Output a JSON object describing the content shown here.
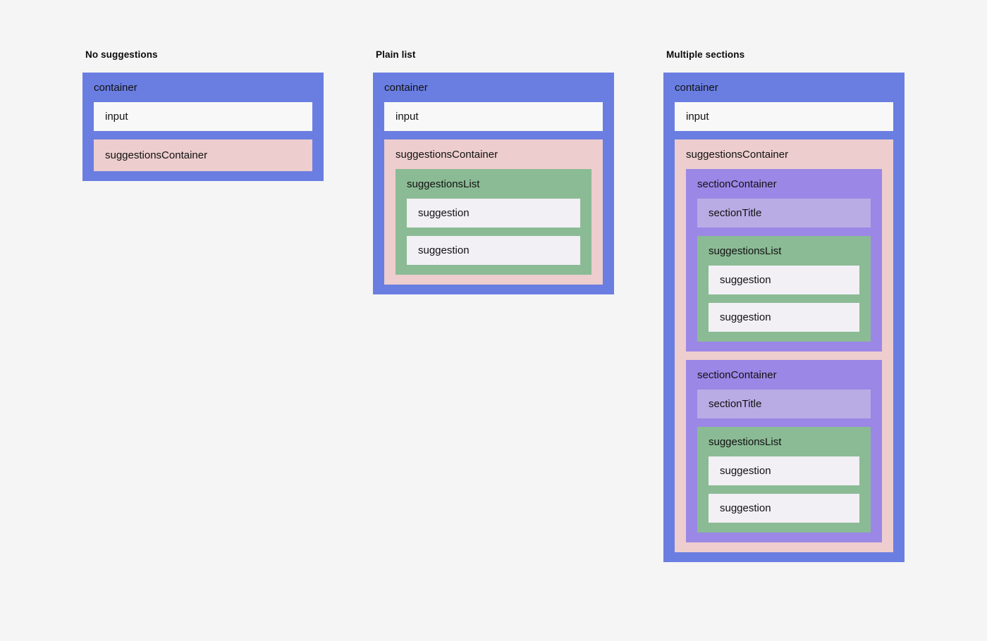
{
  "page": {
    "background_color": "#f5f5f5",
    "text_color": "#111111"
  },
  "palette": {
    "container_blue": "#6a7ee2",
    "suggestions_pink": "#edcdcd",
    "section_purple": "#9b87e6",
    "section_title_purple": "#b9ace4",
    "list_green": "#8bbb95",
    "suggestion_white": "#f2eff5",
    "input_white": "#f8f8f8"
  },
  "columns": [
    {
      "title": "No suggestions",
      "container_label": "container",
      "input_label": "input",
      "suggestions_container_label": "suggestionsContainer"
    },
    {
      "title": "Plain list",
      "container_label": "container",
      "input_label": "input",
      "suggestions_container_label": "suggestionsContainer",
      "suggestions_list_label": "suggestionsList",
      "suggestions": [
        "suggestion",
        "suggestion"
      ]
    },
    {
      "title": "Multiple sections",
      "container_label": "container",
      "input_label": "input",
      "suggestions_container_label": "suggestionsContainer",
      "sections": [
        {
          "section_container_label": "sectionContainer",
          "section_title_label": "sectionTitle",
          "suggestions_list_label": "suggestionsList",
          "suggestions": [
            "suggestion",
            "suggestion"
          ]
        },
        {
          "section_container_label": "sectionContainer",
          "section_title_label": "sectionTitle",
          "suggestions_list_label": "suggestionsList",
          "suggestions": [
            "suggestion",
            "suggestion"
          ]
        }
      ]
    }
  ]
}
